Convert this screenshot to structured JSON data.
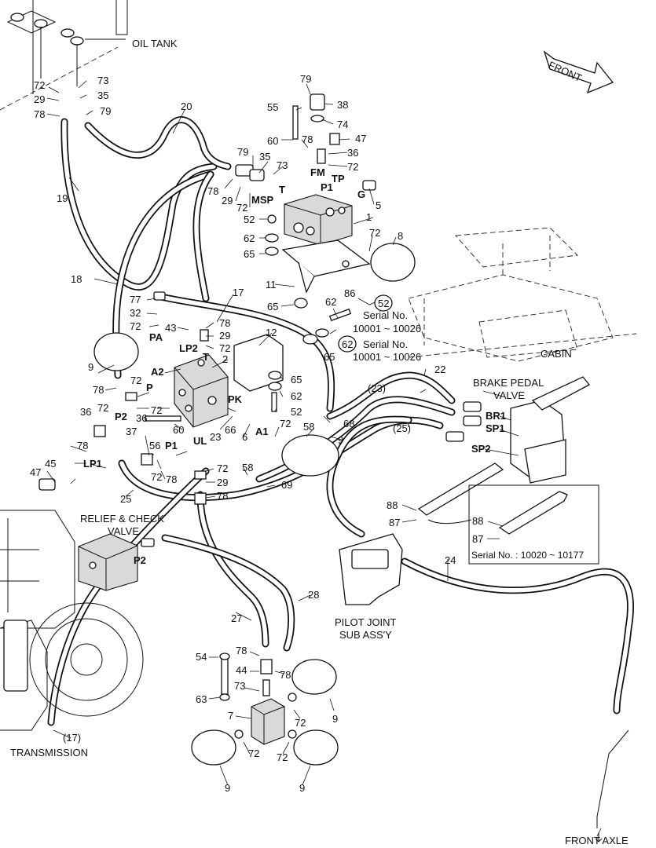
{
  "labels": {
    "oil_tank": "OIL TANK",
    "front": "FRONT",
    "cabin": "CABIN",
    "brake_pedal_valve_1": "BRAKE PEDAL",
    "brake_pedal_valve_2": "VALVE",
    "relief_check_valve_1": "RELIEF & CHECK",
    "relief_check_valve_2": "VALVE",
    "pilot_joint_1": "PILOT JOINT",
    "pilot_joint_2": "SUB ASS'Y",
    "transmission": "TRANSMISSION",
    "front_axle": "FRONT AXLE",
    "serial_52_a": "Serial No.",
    "serial_52_b": "10001 ~ 10026",
    "serial_62_a": "Serial No.",
    "serial_62_b": "10001 ~ 10026",
    "serial_inset": "Serial No. : 10020 ~ 10177"
  },
  "ports": {
    "fm": "FM",
    "p1_top": "P1",
    "tp": "TP",
    "t_top": "T",
    "msp": "MSP",
    "g": "G",
    "pa": "PA",
    "lp2": "LP2",
    "t_mid": "T",
    "a2": "A2",
    "p": "P",
    "pk": "PK",
    "a1": "A1",
    "p2_mid": "P2",
    "ul": "UL",
    "p1_mid": "P1",
    "lp1": "LP1",
    "p2_relief": "P2",
    "br1": "BR1",
    "sp1": "SP1",
    "sp2": "SP2"
  },
  "callouts": {
    "n72_a": "72",
    "n73_a": "73",
    "n29_a": "29",
    "n35_a": "35",
    "n78_a": "78",
    "n79_a": "79",
    "n20": "20",
    "n19": "19",
    "n79_b": "79",
    "n35_b": "35",
    "n73_b": "73",
    "n78_b": "78",
    "n29_b": "29",
    "n72_b": "72",
    "n79_c": "79",
    "n38": "38",
    "n55": "55",
    "n74": "74",
    "n60_a": "60",
    "n78_c": "78",
    "n47_a": "47",
    "n36_a": "36",
    "n72_c": "72",
    "n5": "5",
    "n52_a": "52",
    "n1": "1",
    "n62_a": "62",
    "n72_d": "72",
    "n8": "8",
    "n65_a": "65",
    "n11": "11",
    "n65_b": "65",
    "n86": "86",
    "n52_circle": "52",
    "n62_b": "62",
    "n62_circle": "62",
    "n18": "18",
    "n17": "17",
    "n77": "77",
    "n32": "32",
    "n72_e": "72",
    "n43": "43",
    "n78_d": "78",
    "n29_c": "29",
    "n72_f": "72",
    "n12": "12",
    "n65_c": "65",
    "n2": "2",
    "n9_a": "9",
    "n72_g": "72",
    "n78_e": "78",
    "n65_d": "65",
    "n62_c": "62",
    "n52_b": "52",
    "n36_b": "36",
    "n72_h": "72",
    "n36_c": "36",
    "n72_i": "72",
    "n60_b": "60",
    "n66": "66",
    "n6": "6",
    "n72_j": "72",
    "n58_a": "58",
    "n68": "68",
    "n9_b": "9",
    "n23_paren": "(23)",
    "n22": "22",
    "n25_paren": "(25)",
    "n23": "23",
    "n37": "37",
    "n56": "56",
    "n78_f": "78",
    "n45": "45",
    "n47_b": "47",
    "n72_k": "72",
    "n78_g": "78",
    "n72_l": "72",
    "n29_d": "29",
    "n78_h": "78",
    "n58_b": "58",
    "n69": "69",
    "n25": "25",
    "n88_a": "88",
    "n87_a": "87",
    "n88_b": "88",
    "n87_b": "87",
    "n24": "24",
    "n28": "28",
    "n27": "27",
    "n54": "54",
    "n78_i": "78",
    "n44": "44",
    "n78_j": "78",
    "n63": "63",
    "n73_c": "73",
    "n7": "7",
    "n72_m": "72",
    "n9_c": "9",
    "n72_n": "72",
    "n72_o": "72",
    "n9_d": "9",
    "n9_e": "9",
    "n17_paren": "(17)"
  }
}
